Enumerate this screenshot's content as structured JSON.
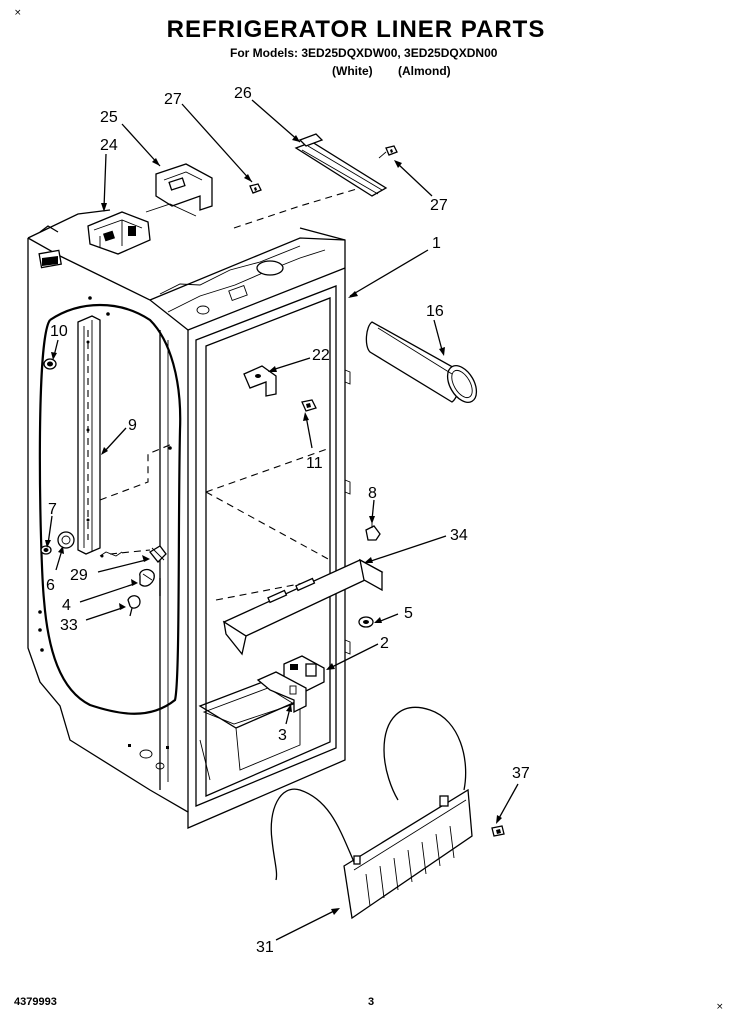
{
  "header": {
    "title": "REFRIGERATOR LINER PARTS",
    "models": "For Models: 3ED25DQXDW00, 3ED25DQXDN00",
    "color_white": "(White)",
    "color_almond": "(Almond)"
  },
  "corner_marks": {
    "top_left": "×",
    "bottom_right": "×"
  },
  "footer": {
    "doc_number": "4379993",
    "page_number": "3"
  },
  "callouts": [
    "25",
    "27",
    "26",
    "24",
    "27",
    "1",
    "16",
    "10",
    "22",
    "9",
    "11",
    "8",
    "7",
    "34",
    "29",
    "6",
    "4",
    "5",
    "33",
    "2",
    "3",
    "37",
    "31"
  ]
}
